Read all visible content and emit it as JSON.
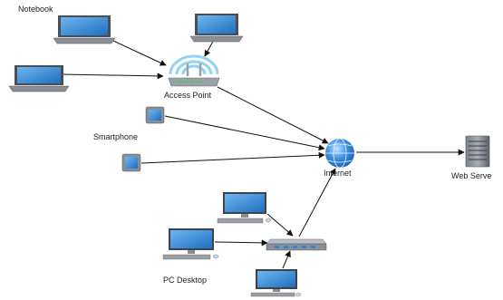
{
  "labels": {
    "notebook": "Notebook",
    "access_point": "Access Point",
    "smartphone": "Smartphone",
    "internet": "Internet",
    "web_server": "Web Serve",
    "pc_desktop": "PC Desktop"
  },
  "nodes": [
    {
      "id": "notebook-1",
      "kind": "laptop-icon"
    },
    {
      "id": "notebook-2",
      "kind": "laptop-icon"
    },
    {
      "id": "notebook-3",
      "kind": "laptop-icon"
    },
    {
      "id": "access-point",
      "kind": "wireless-router-icon"
    },
    {
      "id": "tablet-1",
      "kind": "tablet-icon"
    },
    {
      "id": "tablet-2",
      "kind": "tablet-icon"
    },
    {
      "id": "internet",
      "kind": "globe-icon"
    },
    {
      "id": "web-server",
      "kind": "server-tower-icon"
    },
    {
      "id": "desktop-1",
      "kind": "desktop-pc-icon"
    },
    {
      "id": "desktop-2",
      "kind": "desktop-pc-icon"
    },
    {
      "id": "desktop-3",
      "kind": "desktop-pc-icon"
    },
    {
      "id": "switch",
      "kind": "network-switch-icon"
    }
  ],
  "connections": [
    {
      "from": "notebook-1",
      "to": "access-point"
    },
    {
      "from": "notebook-2",
      "to": "access-point"
    },
    {
      "from": "notebook-3",
      "to": "access-point"
    },
    {
      "from": "access-point",
      "to": "internet"
    },
    {
      "from": "tablet-1",
      "to": "internet"
    },
    {
      "from": "tablet-2",
      "to": "internet"
    },
    {
      "from": "internet",
      "to": "web-server"
    },
    {
      "from": "desktop-1",
      "to": "switch"
    },
    {
      "from": "desktop-2",
      "to": "switch"
    },
    {
      "from": "desktop-3",
      "to": "switch"
    },
    {
      "from": "switch",
      "to": "internet"
    }
  ],
  "colors": {
    "screen": "#2f86d6",
    "device_body": "#8a8f96",
    "wifi": "#8fd3f5",
    "globe": "#2f7fd6",
    "connection": "#111111"
  }
}
